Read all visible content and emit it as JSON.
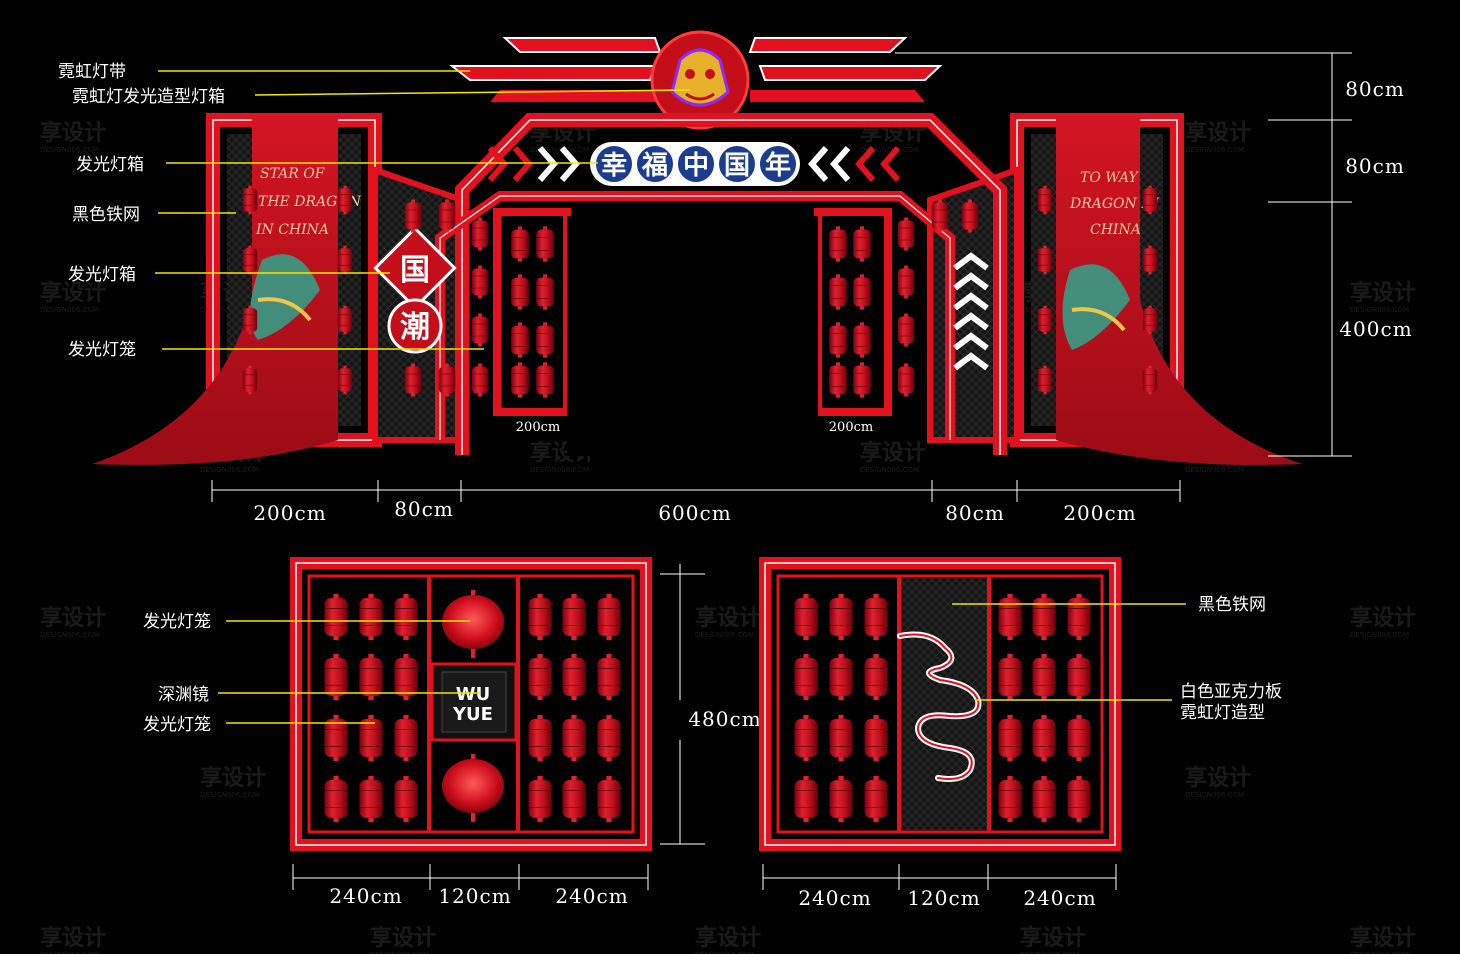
{
  "arch": {
    "title_chars": [
      "幸",
      "福",
      "中",
      "国",
      "年"
    ],
    "side_chars": [
      "国",
      "潮"
    ],
    "banner_left": [
      "STAR OF",
      "THE DRAGON",
      "IN CHINA"
    ],
    "banner_right": [
      "TO WAY",
      "DRAGON IN",
      "CHINA"
    ],
    "labels": [
      "霓虹灯带",
      "霓虹灯发光造型灯箱",
      "发光灯箱",
      "黑色铁网",
      "发光灯箱",
      "发光灯笼"
    ],
    "inner_dims": [
      "200cm",
      "200cm"
    ],
    "bottom_dims": [
      "200cm",
      "80cm",
      "600cm",
      "80cm",
      "200cm"
    ],
    "right_dims": [
      "80cm",
      "80cm",
      "400cm"
    ]
  },
  "panel_left": {
    "labels": [
      "发光灯笼",
      "深渊镜",
      "发光灯笼"
    ],
    "center_text": [
      "WU",
      "YUE"
    ],
    "height_dim": "480cm",
    "bottom_dims": [
      "240cm",
      "120cm",
      "240cm"
    ]
  },
  "panel_right": {
    "labels": [
      "黑色铁网",
      "白色亚克力板",
      "霓虹灯造型"
    ],
    "bottom_dims": [
      "240cm",
      "120cm",
      "240cm"
    ]
  },
  "watermark": {
    "text": "享设计",
    "sub": "DESIGN006.COM"
  },
  "colors": {
    "background": "#000000",
    "frame_red": "#e3101d",
    "lantern_red": "#c8102e",
    "leader_yellow": "#f2e600",
    "white": "#ffffff",
    "title_blue": "#1b3c8f"
  }
}
